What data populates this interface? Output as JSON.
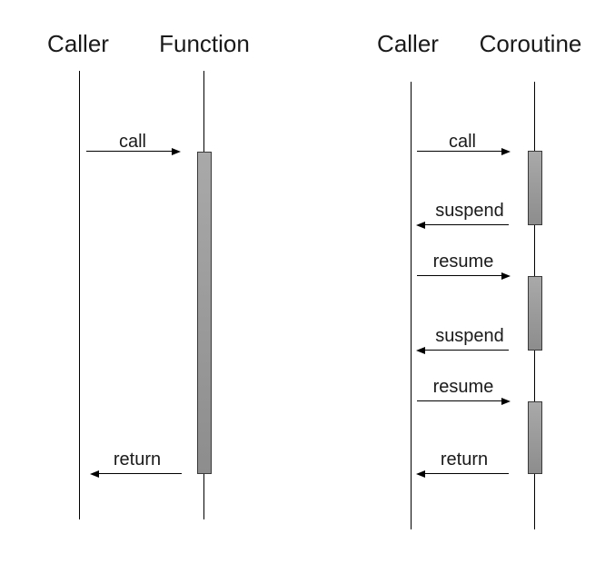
{
  "left_diagram": {
    "participants": [
      "Caller",
      "Function"
    ],
    "messages": [
      {
        "label": "call",
        "direction": "right"
      },
      {
        "label": "return",
        "direction": "left"
      }
    ]
  },
  "right_diagram": {
    "participants": [
      "Caller",
      "Coroutine"
    ],
    "messages": [
      {
        "label": "call",
        "direction": "right"
      },
      {
        "label": "suspend",
        "direction": "left"
      },
      {
        "label": "resume",
        "direction": "right"
      },
      {
        "label": "suspend",
        "direction": "left"
      },
      {
        "label": "resume",
        "direction": "right"
      },
      {
        "label": "return",
        "direction": "left"
      }
    ]
  },
  "colors": {
    "background": "#ffffff",
    "text": "#1a1a1a",
    "line": "#000000",
    "activation_fill_top": "#a9a9a9",
    "activation_fill_bottom": "#8d8d8d",
    "activation_border": "#3a3a3a"
  }
}
